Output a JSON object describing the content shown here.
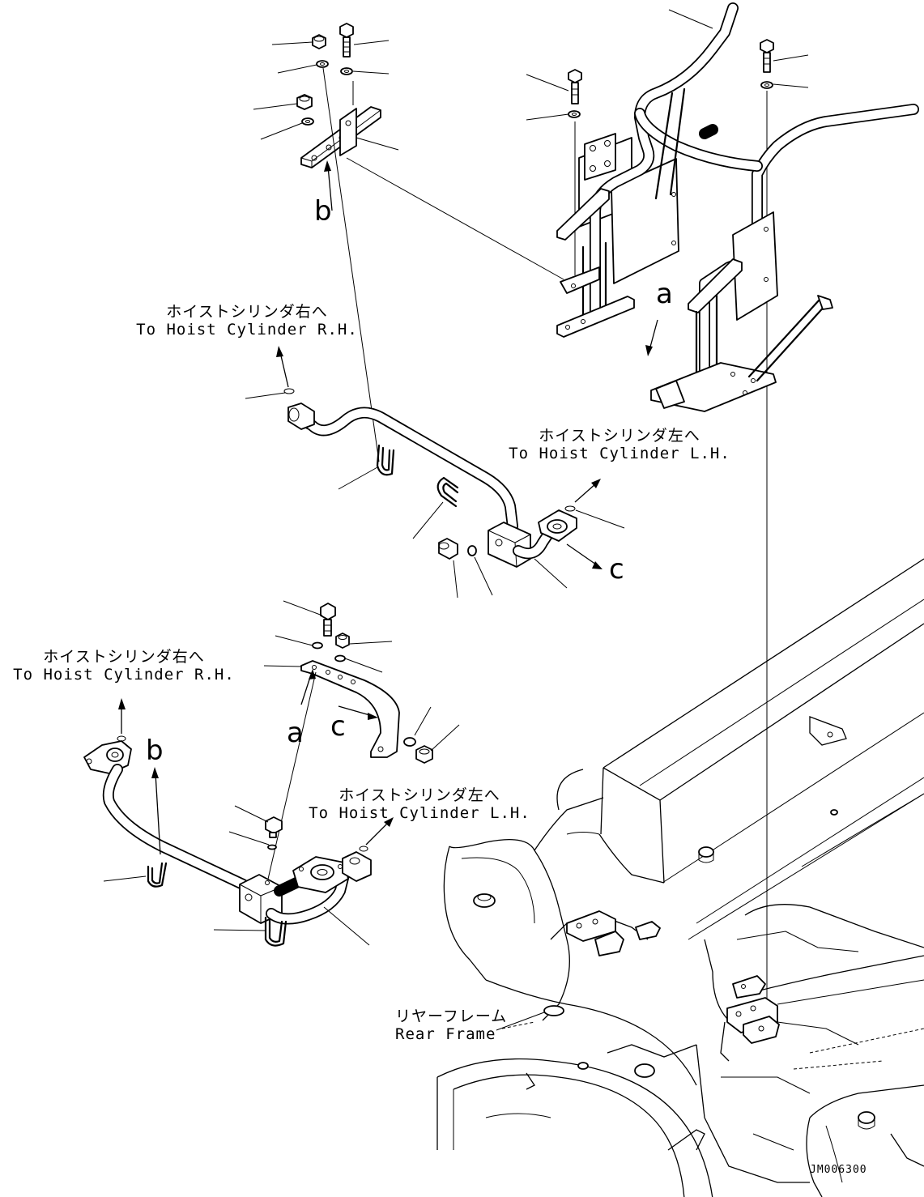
{
  "labels": {
    "hoist_rh_top": {
      "jp": "ホイストシリンダ右へ",
      "en": "To Hoist Cylinder R.H."
    },
    "hoist_lh_top": {
      "jp": "ホイストシリンダ左へ",
      "en": "To Hoist Cylinder L.H."
    },
    "hoist_rh_bottom": {
      "jp": "ホイストシリンダ右へ",
      "en": "To Hoist Cylinder R.H."
    },
    "hoist_lh_bottom": {
      "jp": "ホイストシリンダ左へ",
      "en": "To Hoist Cylinder L.H."
    },
    "rear_frame": {
      "jp": "リヤーフレーム",
      "en": "Rear Frame"
    }
  },
  "reference_letters": {
    "b_top": "b",
    "a_top": "a",
    "c_top": "c",
    "a_bottom": "a",
    "c_bottom": "c",
    "b_bottom": "b"
  },
  "drawing_code": "JM006300"
}
